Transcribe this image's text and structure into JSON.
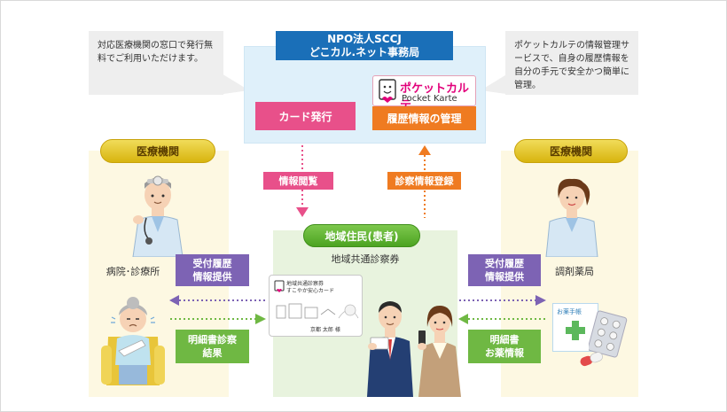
{
  "callouts": {
    "left": "対応医療機関の窓口で発行無料でご利用いただけます。",
    "right": "ポケットカルテの情報管理サービスで、自身の履歴情報を自分の手元で安全かつ簡単に管理。"
  },
  "npo": {
    "title_line1": "NPO法人SCCJ",
    "title_line2": "どこカル.ネット事務局",
    "card_issue": "カード発行",
    "history_mgmt": "履歴情報の管理",
    "logo_jp": "ポケットカルテ",
    "logo_en": "Pocket Karte"
  },
  "flows": {
    "browse": "情報閲覧",
    "register": "診察情報登録",
    "left_purple_1": "受付履歴",
    "left_purple_2": "情報提供",
    "left_green_1": "明細書診察",
    "left_green_2": "結果",
    "right_purple_1": "受付履歴",
    "right_purple_2": "情報提供",
    "right_green_1": "明細書",
    "right_green_2": "お薬情報"
  },
  "left_panel": {
    "header": "医療機関",
    "caption": "病院･診療所"
  },
  "right_panel": {
    "header": "医療機関",
    "caption": "調剤薬局",
    "notebook": "お薬手帳"
  },
  "center_panel": {
    "header": "地域住民(患者)",
    "caption": "地域共通診察券",
    "card_line1": "地域共通診察券",
    "card_line2": "すこやか安心カード",
    "card_name": "京都 太郎 様"
  },
  "colors": {
    "npo_blue": "#1a6fb8",
    "pink": "#e8508a",
    "orange": "#ef7b21",
    "purple": "#7d63b4",
    "green": "#6fb843",
    "gold": "#d8b40e"
  }
}
